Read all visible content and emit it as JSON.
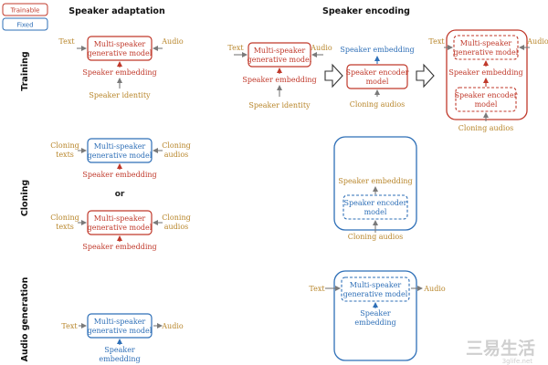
{
  "legend": {
    "trainable": "Trainable",
    "fixed": "Fixed"
  },
  "colors": {
    "trainable": "#c0392b",
    "fixed": "#2e6fb7",
    "input": "#b8862b",
    "arrow": "#7a7a7a"
  },
  "columns": {
    "adaptation": "Speaker adaptation",
    "encoding": "Speaker encoding"
  },
  "rows": {
    "training": "Training",
    "cloning": "Cloning",
    "generation": "Audio generation"
  },
  "labels": {
    "text": "Text",
    "audio": "Audio",
    "model_line1": "Multi-speaker",
    "model_line2": "generative model",
    "speaker_embedding": "Speaker embedding",
    "speaker_identity": "Speaker identity",
    "cloning_texts_1": "Cloning",
    "cloning_texts_2": "texts",
    "cloning_audios_1": "Cloning",
    "cloning_audios_2": "audios",
    "or": "or",
    "encoder_line1": "Speaker encoder",
    "encoder_line2": "model",
    "cloning_audios": "Cloning audios",
    "speaker_line": "Speaker",
    "embedding_line": "embedding"
  },
  "watermark": {
    "main": "三易生活",
    "sub": "3glife.net"
  }
}
